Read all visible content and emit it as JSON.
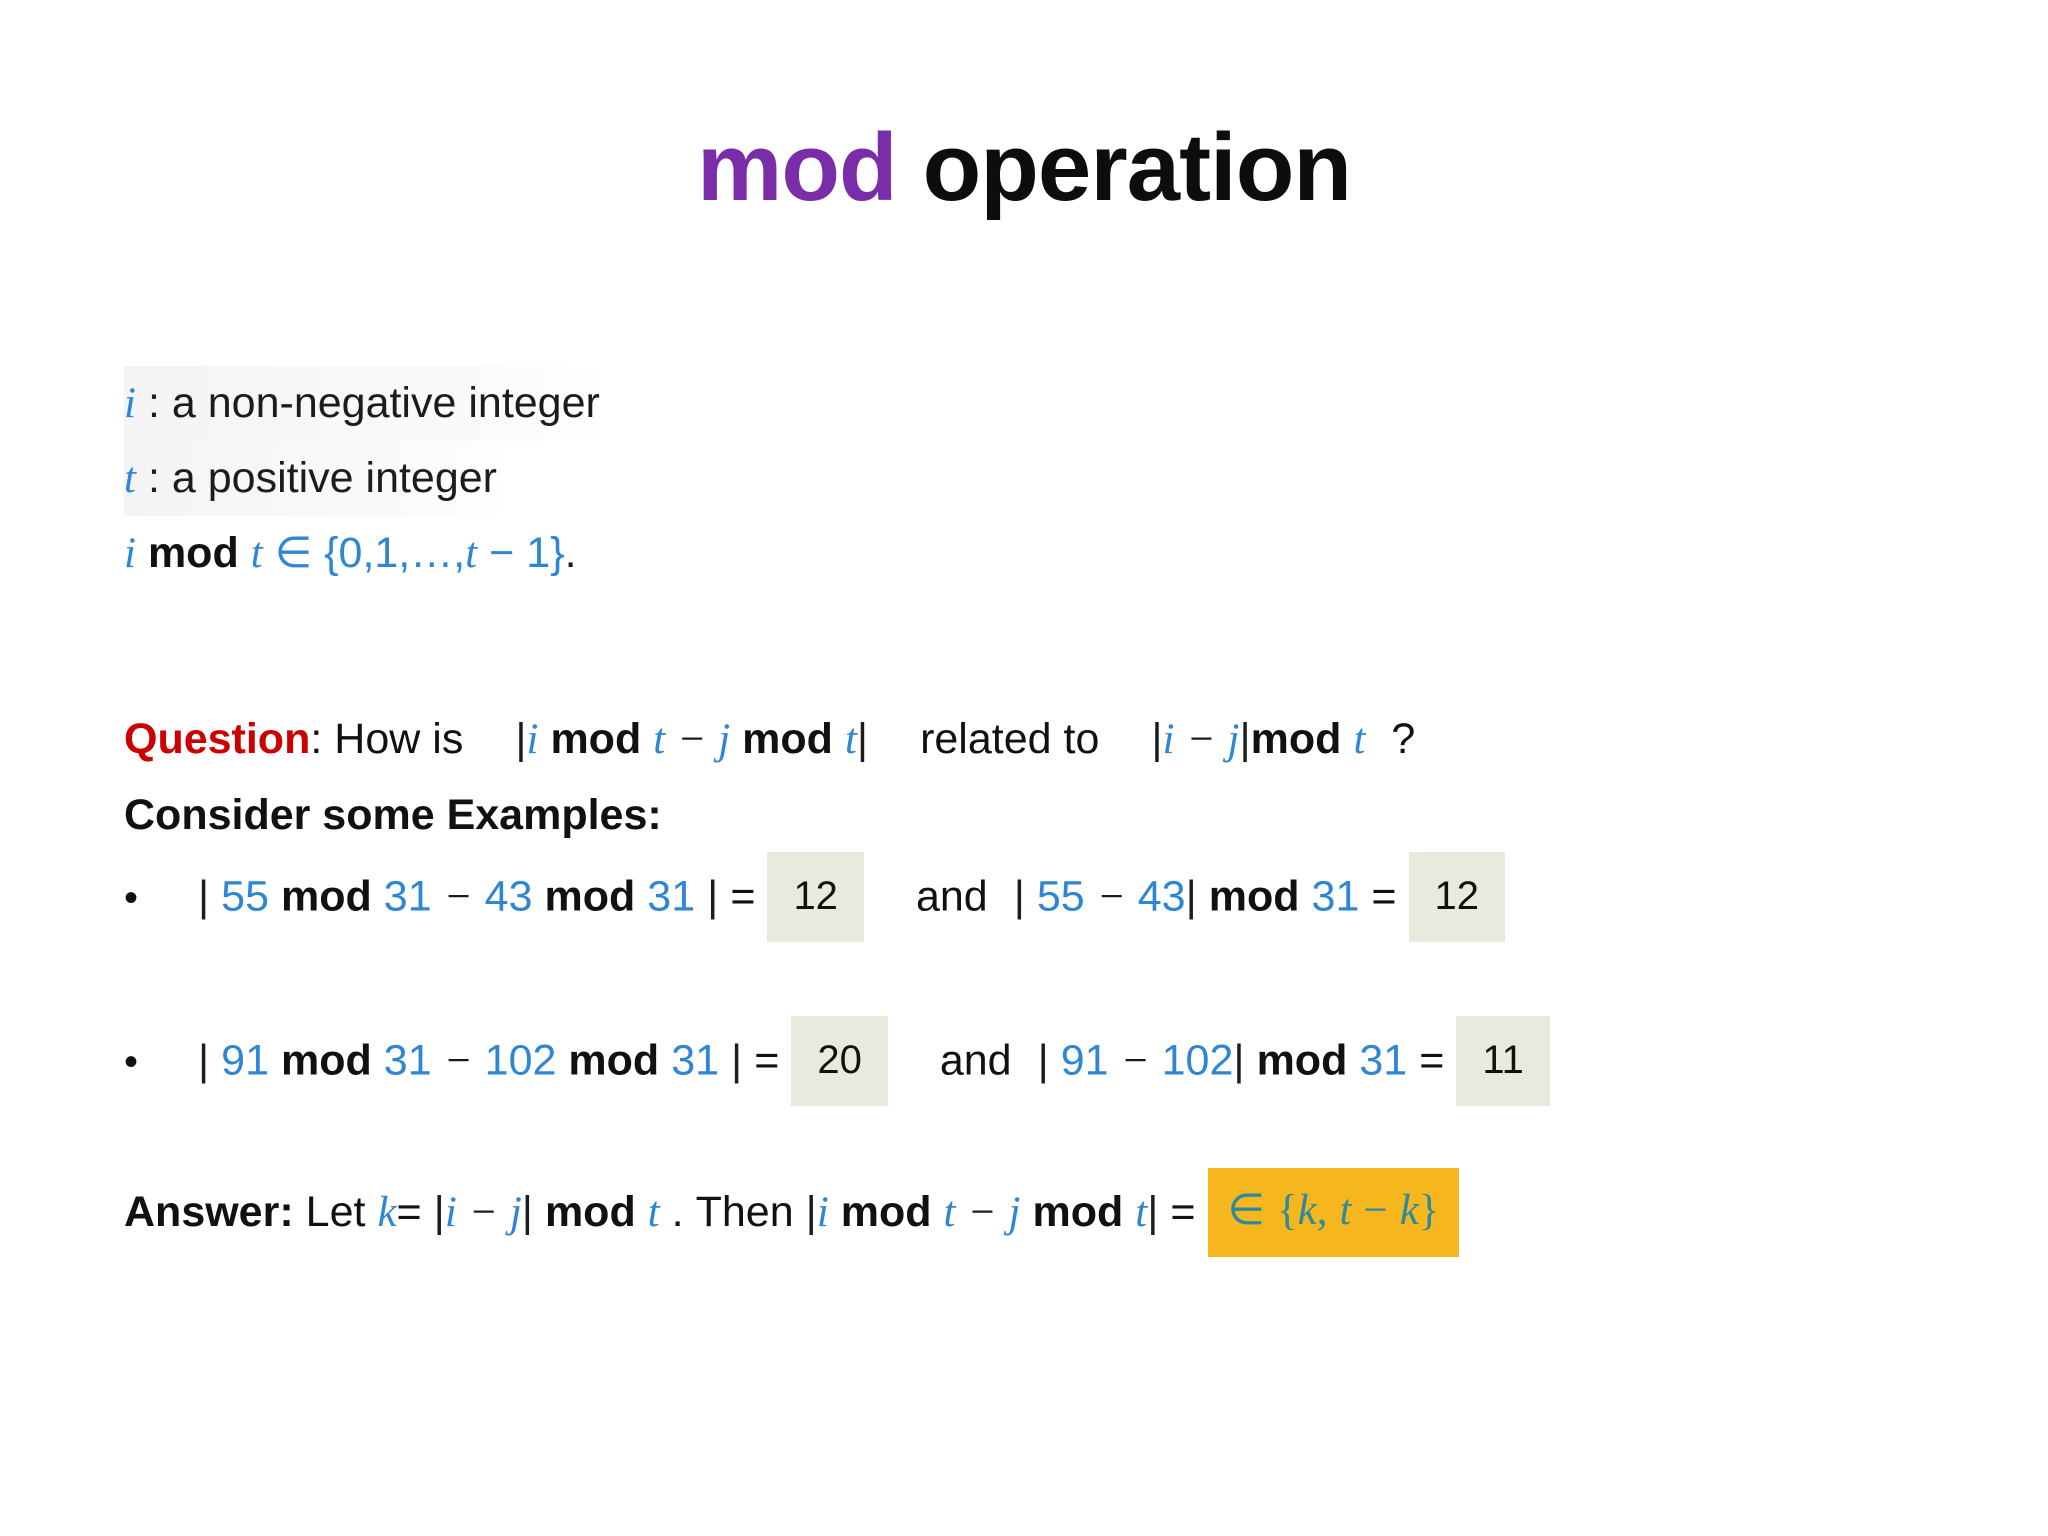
{
  "slide": {
    "title": {
      "highlight_word": "mod",
      "rest_word": "operation",
      "highlight_color": "#7A2DA8",
      "rest_color": "#0d0d0d"
    },
    "colors": {
      "math_blue": "#2E86D5",
      "question_red": "#CC0000",
      "answer_highlight_bg": "#F6B61E",
      "answer_highlight_text": "#2E8A9E",
      "value_box_bg": "#EAE9DD",
      "body_text": "#1c1c1c"
    },
    "definitions": [
      {
        "var": "i",
        "separator": ":",
        "text": "a non-negative integer"
      },
      {
        "var": "t",
        "separator": ":",
        "text": "a positive integer"
      }
    ],
    "range_line": {
      "var_i": "i",
      "mod_word": "mod",
      "var_t": "t",
      "member_symbol": "∈",
      "set_open": "{",
      "set_items": "0,1,…,",
      "set_var": "t",
      "set_minus": "−",
      "set_one": "1",
      "set_close": "}",
      "period": "."
    },
    "question": {
      "label": "Question",
      "label_colon": ":",
      "prompt": "How is",
      "expr_left": {
        "bar_open": "|",
        "var_i": "i",
        "mod1": "mod",
        "var_t1": "t",
        "minus": "−",
        "var_j": "j",
        "mod2": "mod",
        "var_t2": "t",
        "bar_close": "|"
      },
      "connector": "related to",
      "expr_right": {
        "bar_open": "|",
        "var_i": "i",
        "minus": "−",
        "var_j": "j",
        "bar_close": "|",
        "mod": "mod",
        "var_t": "t"
      },
      "question_mark": "?"
    },
    "examples_label": "Consider some Examples:",
    "examples": [
      {
        "bullet": "•",
        "left_expr": {
          "bar_open": "|",
          "a": "55",
          "mod1": "mod",
          "m1": "31",
          "minus": "−",
          "b": "43",
          "mod2": "mod",
          "m2": "31",
          "bar_close": "|",
          "equals": "="
        },
        "left_value": "12",
        "connector": "and",
        "right_expr": {
          "bar_open": "|",
          "a": "55",
          "minus": "−",
          "b": "43",
          "bar_close": "|",
          "mod": "mod",
          "m": "31",
          "equals": "="
        },
        "right_value": "12"
      },
      {
        "bullet": "•",
        "left_expr": {
          "bar_open": "|",
          "a": "91",
          "mod1": "mod",
          "m1": "31",
          "minus": "−",
          "b": "102",
          "mod2": "mod",
          "m2": "31",
          "bar_close": "|",
          "equals": "="
        },
        "left_value": "20",
        "connector": "and",
        "right_expr": {
          "bar_open": "|",
          "a": "91",
          "minus": "−",
          "b": "102",
          "bar_close": "|",
          "mod": "mod",
          "m": "31",
          "equals": "="
        },
        "right_value": "11"
      }
    ],
    "answer": {
      "label": "Answer:",
      "let_word": "Let",
      "var_k": "k",
      "equals1": "=",
      "def_expr": {
        "bar_open": "|",
        "var_i": "i",
        "minus": "−",
        "var_j": "j",
        "bar_close": "|",
        "mod": "mod",
        "var_t": "t"
      },
      "period": ".",
      "then_word": "Then",
      "then_expr": {
        "bar_open": "|",
        "var_i": "i",
        "mod1": "mod",
        "var_t1": "t",
        "minus": "−",
        "var_j": "j",
        "mod2": "mod",
        "var_t2": "t",
        "bar_close": "|"
      },
      "equals2": "=",
      "highlight": {
        "member_symbol": "∈",
        "set_open": "{",
        "var_k": "k",
        "comma": ",",
        "var_t": "t",
        "minus": "−",
        "var_k2": "k",
        "set_close": "}"
      }
    }
  }
}
